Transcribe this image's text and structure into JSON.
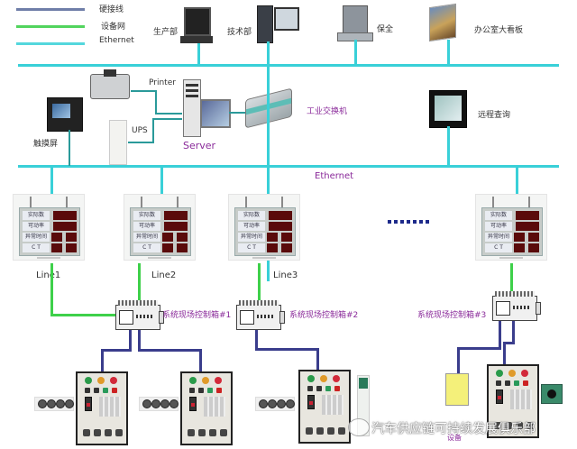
{
  "legend": {
    "items": [
      {
        "label": "硬接线",
        "color": "#6f7ea8"
      },
      {
        "label": "设备网",
        "color": "#52d45e"
      },
      {
        "label": "Ethernet",
        "color": "#54d7dd"
      }
    ]
  },
  "top_nodes": [
    {
      "label": "生产部",
      "icon": "desktop-computer-icon"
    },
    {
      "label": "技术部",
      "icon": "workstation-icon"
    },
    {
      "label": "保全",
      "icon": "laptop-icon"
    },
    {
      "label": "办公室大看板",
      "icon": "large-display-icon"
    }
  ],
  "middle_nodes": {
    "touchscreen": "触摸屏",
    "printer": "Printer",
    "ups": "UPS",
    "server": "Server",
    "switch": "工业交换机",
    "remote": "远程查询"
  },
  "ethernet_label": "Ethernet",
  "boards": {
    "rows": [
      "实际数",
      "可动率",
      "异常时间",
      "C T"
    ]
  },
  "lines": [
    {
      "label": "Line1"
    },
    {
      "label": "Line2"
    },
    {
      "label": "Line3"
    }
  ],
  "ellipsis": "……",
  "control_boxes": [
    {
      "label": "系统现场控制箱#1"
    },
    {
      "label": "系统现场控制箱#2"
    },
    {
      "label": "系统现场控制箱#3"
    }
  ],
  "bottom": {
    "cabinet_label": "设备"
  },
  "watermark": "汽车供应链可持续发展俱乐部",
  "colors": {
    "ethernet": "#39d0d8",
    "device_net": "#3ed04a",
    "hardwire": "#3a3d8c",
    "label_purple": "#8a2a9a"
  }
}
